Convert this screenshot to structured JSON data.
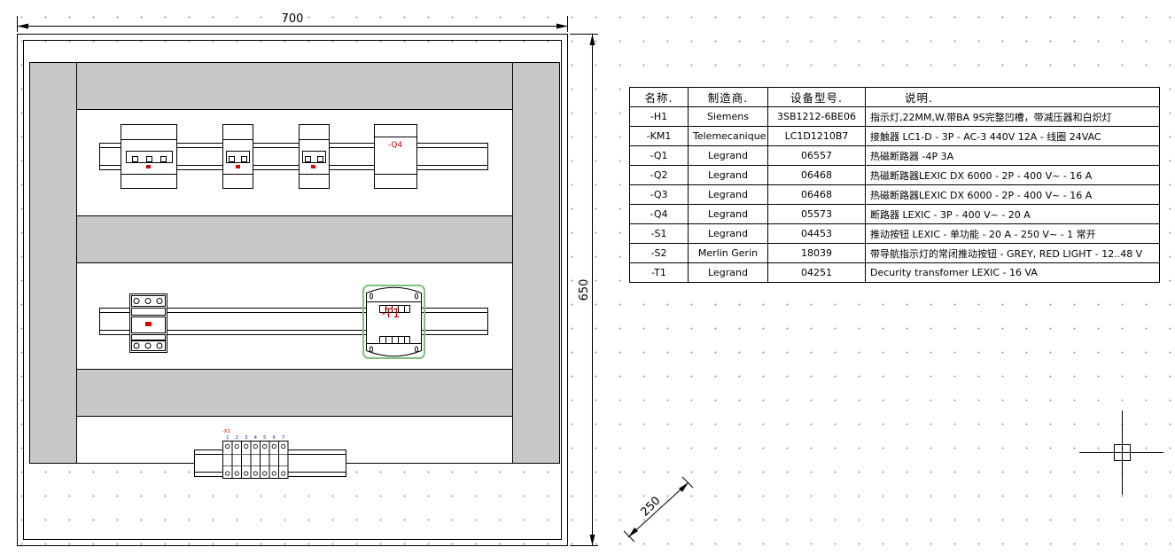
{
  "dimensions": {
    "width": "700",
    "height": "650",
    "depth": "250"
  },
  "labels": {
    "q4": "-Q4",
    "t1": "-T1",
    "x1": "-X1"
  },
  "terminal_numbers": [
    "1",
    "2",
    "3",
    "4",
    "5",
    "6",
    "7"
  ],
  "table": {
    "headers": [
      "名称.",
      "制造商.",
      "设备型号.",
      "说明."
    ],
    "rows": [
      [
        "-H1",
        "Siemens",
        "3SB1212-6BE06",
        "指示灯,22MM,W.带BA 9S完整凹槽，带减压器和白炽灯"
      ],
      [
        "-KM1",
        "Telemecanique",
        "LC1D1210B7",
        "接触器 LC1-D - 3P - AC-3 440V 12A - 线圈 24VAC"
      ],
      [
        "-Q1",
        "Legrand",
        "06557",
        "热磁断路器 -4P 3A"
      ],
      [
        "-Q2",
        "Legrand",
        "06468",
        "热磁断路器LEXIC DX 6000 - 2P - 400 V~ - 16 A"
      ],
      [
        "-Q3",
        "Legrand",
        "06468",
        "热磁断路器LEXIC DX 6000 - 2P - 400 V~ - 16 A"
      ],
      [
        "-Q4",
        "Legrand",
        "05573",
        "断路器 LEXIC - 3P - 400 V~ - 20 A"
      ],
      [
        "-S1",
        "Legrand",
        "04453",
        "推动按钮 LEXIC - 单功能 - 20 A - 250 V~ - 1 常开"
      ],
      [
        "-S2",
        "Merlin Gerin",
        "18039",
        "带导航指示灯的常闭推动按钮 - GREY, RED LIGHT - 12..48 V"
      ],
      [
        "-T1",
        "Legrand",
        "04251",
        "Decurity transfomer LEXIC - 16 VA"
      ]
    ]
  },
  "colors": {
    "panel_gray": "#c8c8c8",
    "label_red": "#e00000",
    "terminal_blue": "#2a2ad0",
    "selection_green": "#7fbf7f"
  }
}
